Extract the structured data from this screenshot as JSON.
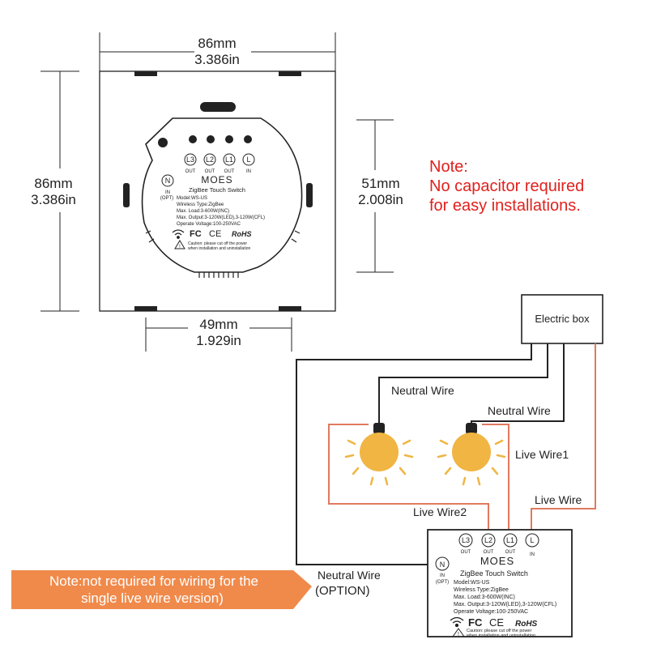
{
  "dimensions": {
    "width_mm": "86mm",
    "width_in": "3.386in",
    "height_mm": "86mm",
    "height_in": "3.386in",
    "inner_height_mm": "51mm",
    "inner_height_in": "2.008in",
    "inner_width_mm": "49mm",
    "inner_width_in": "1.929in"
  },
  "note": {
    "title": "Note:",
    "line1": "No capacitor required",
    "line2": "for easy installations."
  },
  "switch_label": {
    "brand": "MOES",
    "product": "ZigBee Touch Switch",
    "model": "Model:WS-US",
    "wireless": "Wireless Type:ZigBee",
    "max_load": "Max. Load:3-600W(INC)",
    "max_output": "Max. Output:3-120W(LED),3-120W(CFL)",
    "voltage": "Operate Voltage:100-250VAC",
    "caution1": "Caution: please cut off the power",
    "caution2": "when installation and uninstallation",
    "cert_fc": "FC",
    "cert_ce": "CE",
    "cert_rohs": "RoHS"
  },
  "terminals": {
    "l3": "L3",
    "l2": "L2",
    "l1": "L1",
    "l": "L",
    "out": "OUT",
    "in": "IN",
    "n": "N",
    "n_in": "IN",
    "n_opt": "(OPT)"
  },
  "wiring": {
    "electric_box": "Electric box",
    "neutral_wire_1": "Neutral Wire",
    "neutral_wire_2": "Neutral Wire",
    "live_wire1": "Live Wire1",
    "live_wire": "Live Wire",
    "live_wire2": "Live Wire2",
    "neutral_wire_option_1": "Neutral Wire",
    "neutral_wire_option_2": "(OPTION)"
  },
  "callout": {
    "line1": "Note:not required for wiring for the",
    "line2": "single live wire version)"
  },
  "colors": {
    "note_red": "#e0211d",
    "live_wire": "#e07a5f",
    "bulb": "#f0b542",
    "callout_bg": "#f08a4b"
  }
}
